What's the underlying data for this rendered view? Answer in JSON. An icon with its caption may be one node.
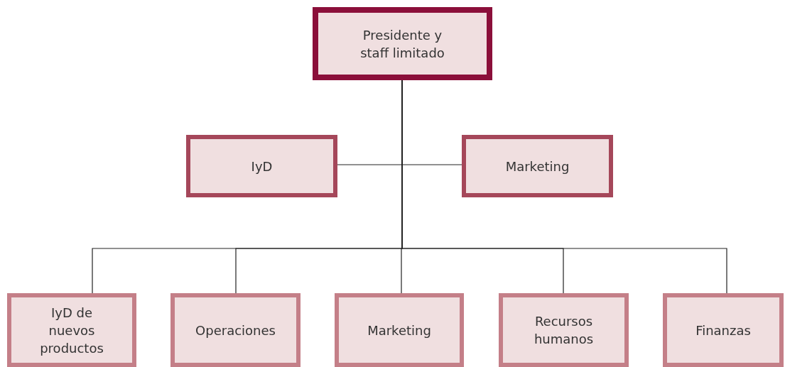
{
  "diagram": {
    "nodes": [
      {
        "text": [
          "Presidente y staff limitado"
        ]
      },
      {
        "text": [
          "IyD"
        ]
      },
      {
        "text": [
          "Marketing"
        ]
      },
      {
        "text": [
          "IyD de nuevos productos"
        ]
      },
      {
        "text": [
          "Operaciones"
        ]
      },
      {
        "text": [
          "Marketing"
        ]
      },
      {
        "text": [
          "Recursos humanos"
        ]
      },
      {
        "text": [
          "Finanzas"
        ]
      }
    ],
    "edges": [
      {
        "from": 0,
        "to": 1,
        "arrow": "none"
      },
      {
        "from": 0,
        "to": 2,
        "arrow": "none"
      },
      {
        "from": 0,
        "to": 3,
        "arrow": "none"
      },
      {
        "from": 0,
        "to": 4,
        "arrow": "none"
      },
      {
        "from": 0,
        "to": 5,
        "arrow": "none"
      },
      {
        "from": 0,
        "to": 6,
        "arrow": "none"
      },
      {
        "from": 0,
        "to": 7,
        "arrow": "none"
      }
    ]
  }
}
